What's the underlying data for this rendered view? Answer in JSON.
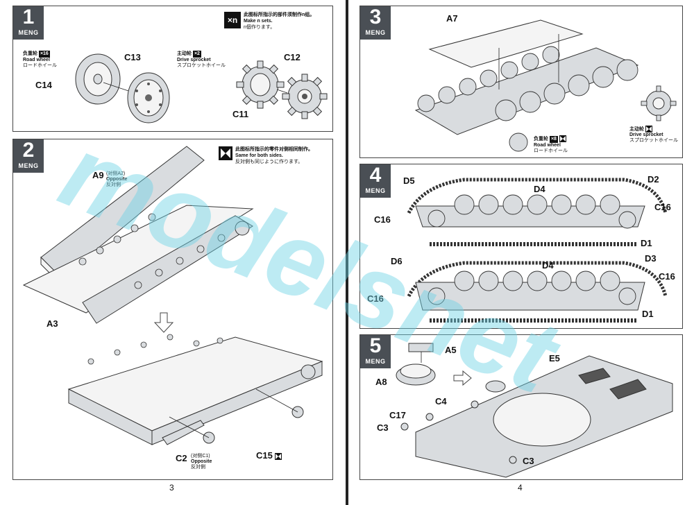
{
  "watermark": "modelsnet",
  "left_page": {
    "page_number": "3",
    "step1": {
      "number": "1",
      "brand": "MENG",
      "xn_badge": "×n",
      "xn_note": [
        "此图标所指示的部件须制作n组。",
        "Make n sets.",
        "n個作ります。"
      ],
      "road_wheel": {
        "zh": "负重轮",
        "qty": "×16",
        "en": "Road wheel",
        "jp": "ロードホイール"
      },
      "drive_sprocket": {
        "zh": "主动轮",
        "qty": "×2",
        "en": "Drive sprocket",
        "jp": "スプロケットホイール"
      },
      "parts": [
        "C14",
        "C13",
        "C12",
        "C11"
      ]
    },
    "step2": {
      "number": "2",
      "brand": "MENG",
      "sym_note": [
        "此图标所指示的零件对侧相同制作。",
        "Same for both sides.",
        "反対側も同じように作ります。"
      ],
      "a9": "A9",
      "a9_opp": "(对侧A2)",
      "opposite_en": "Opposite",
      "opposite_jp": "反対側",
      "a3": "A3",
      "c2": "C2",
      "c2_opp": "(对侧C1)",
      "c15": "C15"
    }
  },
  "right_page": {
    "page_number": "4",
    "step3": {
      "number": "3",
      "brand": "MENG",
      "a7": "A7",
      "road_wheel": {
        "zh": "负重轮",
        "qty": "×8",
        "en": "Road wheel",
        "jp": "ロードホイール"
      },
      "drive_sprocket": {
        "zh": "主动轮",
        "en": "Drive sprocket",
        "jp": "スプロケットホイール"
      }
    },
    "step4": {
      "number": "4",
      "brand": "MENG",
      "top": {
        "d5": "D5",
        "d4": "D4",
        "d2": "D2",
        "c16l": "C16",
        "c16r": "C16",
        "d1": "D1"
      },
      "bottom": {
        "d6": "D6",
        "d4": "D4",
        "d3": "D3",
        "c16l": "C16",
        "c16r": "C16",
        "d1": "D1"
      }
    },
    "step5": {
      "number": "5",
      "brand": "MENG",
      "a5": "A5",
      "e5": "E5",
      "a8": "A8",
      "c4": "C4",
      "c17": "C17",
      "c3a": "C3",
      "c3b": "C3"
    }
  }
}
